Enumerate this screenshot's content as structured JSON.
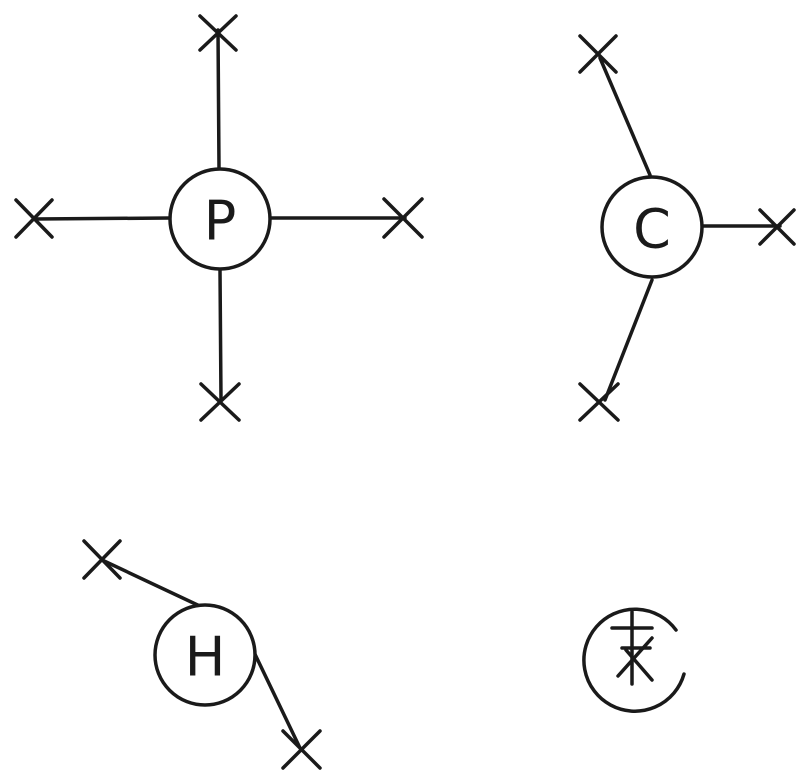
{
  "diagram": {
    "colors": {
      "ink": "#1a1a1a",
      "background": "#ffffff"
    },
    "atoms": [
      {
        "label": "P",
        "bonds": 4
      },
      {
        "label": "C",
        "bonds": 3
      },
      {
        "label": "H",
        "bonds": 2
      },
      {
        "label": "",
        "bonds": 0,
        "glyph": "crossed-f-symbol"
      }
    ]
  }
}
